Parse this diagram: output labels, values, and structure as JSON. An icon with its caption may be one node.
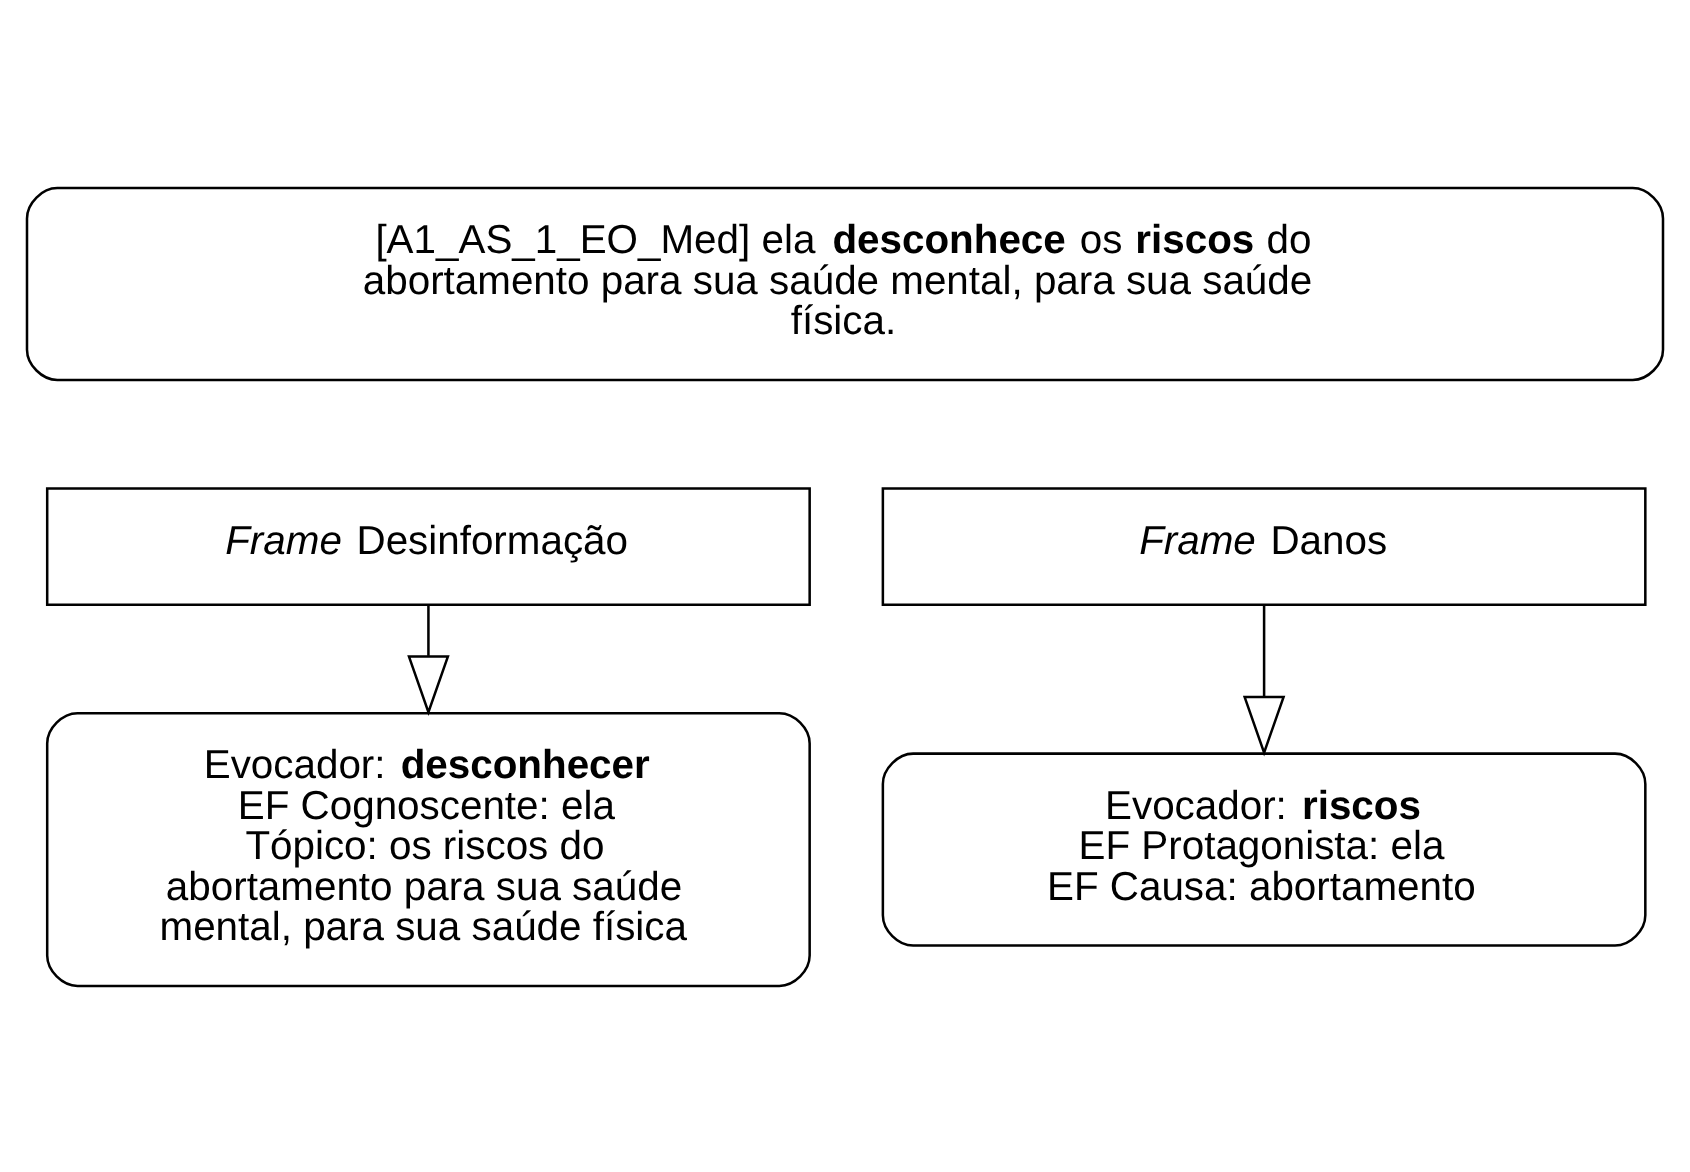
{
  "diagram": {
    "nodes": [
      {
        "text": [
          "[A1_AS_1_EO_Med] ela **desconhece** os **riscos** do abortamento para sua saúde mental, para sua saúde física."
        ]
      },
      {
        "text": [
          "*Frame* Desinformação"
        ]
      },
      {
        "text": [
          "*Frame* Danos"
        ]
      },
      {
        "text": [
          "Evocador: **desconhecer**",
          "EF Cognoscente: ela",
          "Tópico: os riscos do abortamento para sua saúde mental, para sua saúde física"
        ]
      },
      {
        "text": [
          "Evocador: **riscos**",
          "EF Protagonista: ela",
          "EF Causa: abortamento"
        ]
      }
    ],
    "edges": [
      {
        "from": 1,
        "to": 3,
        "arrow": "to"
      },
      {
        "from": 2,
        "to": 4,
        "arrow": "to"
      }
    ]
  }
}
